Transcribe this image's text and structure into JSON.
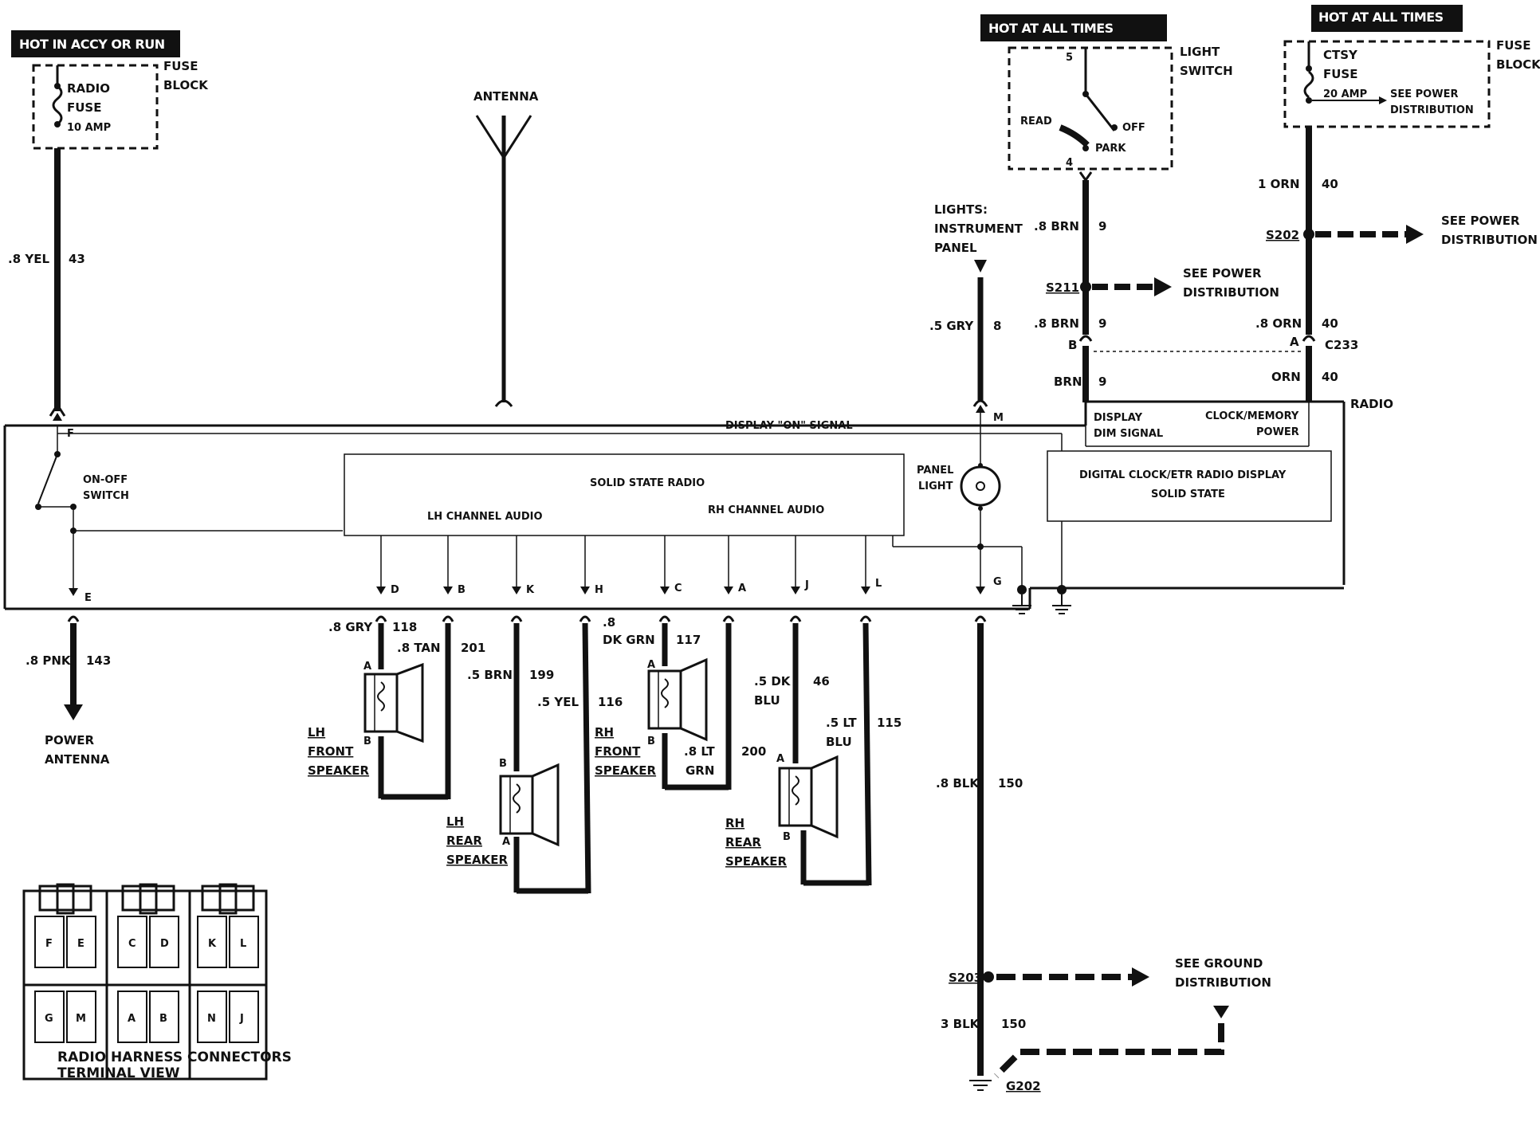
{
  "banners": {
    "left": "HOT IN ACCY OR RUN",
    "mid": "HOT AT ALL TIMES",
    "right": "HOT AT ALL TIMES"
  },
  "fuse_left": {
    "name1": "RADIO",
    "name2": "FUSE",
    "rating": "10 AMP",
    "label1": "FUSE",
    "label2": "BLOCK"
  },
  "fuse_right": {
    "name1": "CTSY",
    "name2": "FUSE",
    "rating": "20 AMP",
    "see1": "SEE POWER",
    "see2": "DISTRIBUTION",
    "label1": "FUSE",
    "label2": "BLOCK"
  },
  "light_switch": {
    "label1": "LIGHT",
    "label2": "SWITCH",
    "pin_top": "5",
    "pin_bot": "4",
    "read": "READ",
    "off": "OFF",
    "park": "PARK"
  },
  "antenna": {
    "label": "ANTENNA"
  },
  "lights_ip": {
    "l1": "LIGHTS:",
    "l2": "INSTRUMENT",
    "l3": "PANEL"
  },
  "wires": {
    "yel": ".8 YEL",
    "yel_n": "43",
    "gry": ".5 GRY",
    "gry_n": "8",
    "brn1": ".8 BRN",
    "brn1_n": "9",
    "brn2": ".8 BRN",
    "brn2_n": "9",
    "brn3": "BRN",
    "brn3_n": "9",
    "orn1": "1 ORN",
    "orn1_n": "40",
    "orn2": ".8 ORN",
    "orn2_n": "40",
    "orn3": "ORN",
    "orn3_n": "40",
    "pnk": ".8 PNK",
    "pnk_n": "143",
    "gry8": ".8 GRY",
    "gry8_n": "118",
    "tan": ".8 TAN",
    "tan_n": "201",
    "brn5": ".5 BRN",
    "brn5_n": "199",
    "yel5": ".5 YEL",
    "yel5_n": "116",
    "dkgrn1": ".8",
    "dkgrn2": "DK GRN",
    "dkgrn_n": "117",
    "ltgrn1": ".8 LT",
    "ltgrn2": "GRN",
    "ltgrn_n": "200",
    "dkblu1": ".5 DK",
    "dkblu2": "BLU",
    "dkblu_n": "46",
    "ltblu1": ".5 LT",
    "ltblu2": "BLU",
    "ltblu_n": "115",
    "blk8": ".8 BLK",
    "blk8_n": "150",
    "blk3": "3 BLK",
    "blk3_n": "150"
  },
  "splices": {
    "s211": "S211",
    "s211_see1": "SEE POWER",
    "s211_see2": "DISTRIBUTION",
    "s202": "S202",
    "s202_see1": "SEE POWER",
    "s202_see2": "DISTRIBUTION",
    "s203": "S203",
    "s203_see1": "SEE GROUND",
    "s203_see2": "DISTRIBUTION",
    "c233": "C233",
    "c233_b": "B",
    "c233_a": "A",
    "g202": "G202"
  },
  "radio": {
    "label": "RADIO",
    "display_on": "DISPLAY \"ON\" SIGNAL",
    "onoff1": "ON-OFF",
    "onoff2": "SWITCH",
    "solid_state": "SOLID STATE RADIO",
    "lh_audio": "LH CHANNEL AUDIO",
    "rh_audio": "RH CHANNEL AUDIO",
    "panel1": "PANEL",
    "panel2": "LIGHT",
    "dim1": "DISPLAY",
    "dim2": "DIM SIGNAL",
    "clock1": "CLOCK/MEMORY",
    "clock2": "POWER",
    "dig1": "DIGITAL CLOCK/ETR RADIO DISPLAY",
    "dig2": "SOLID STATE"
  },
  "pins": {
    "F": "F",
    "E": "E",
    "D": "D",
    "B": "B",
    "K": "K",
    "H": "H",
    "C": "C",
    "A": "A",
    "J": "J",
    "L": "L",
    "G": "G",
    "M": "M"
  },
  "speakers": {
    "lhf1": "LH",
    "lhf2": "FRONT",
    "lhf3": "SPEAKER",
    "lhr1": "LH",
    "lhr2": "REAR",
    "lhr3": "SPEAKER",
    "rhf1": "RH",
    "rhf2": "FRONT",
    "rhf3": "SPEAKER",
    "rhr1": "RH",
    "rhr2": "REAR",
    "rhr3": "SPEAKER",
    "term_a": "A",
    "term_b": "B"
  },
  "power_antenna": {
    "l1": "POWER",
    "l2": "ANTENNA"
  },
  "connector": {
    "title1": "RADIO HARNESS CONNECTORS",
    "title2": "TERMINAL VIEW",
    "pins_top": [
      "F",
      "E",
      "C",
      "D",
      "K",
      "L"
    ],
    "pins_bot": [
      "G",
      "M",
      "A",
      "B",
      "N",
      "J"
    ]
  }
}
